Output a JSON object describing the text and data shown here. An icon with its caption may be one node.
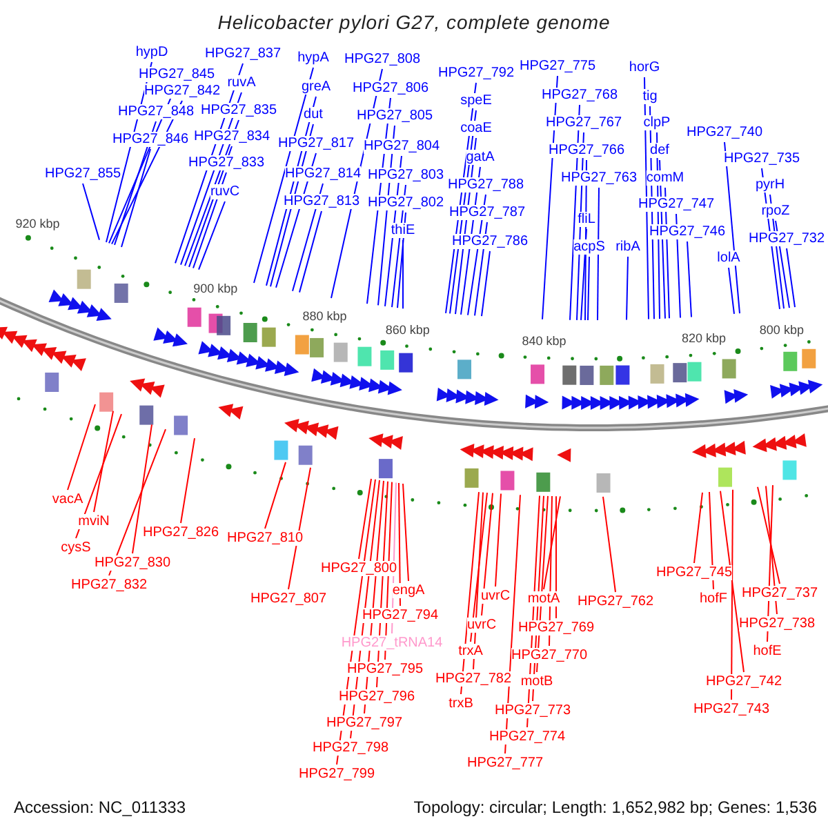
{
  "diagram": {
    "title": "Helicobacter pylori G27, complete genome",
    "nodes": [
      {
        "text": [
          "hypD"
        ]
      },
      {
        "text": [
          "HPG27_845"
        ]
      },
      {
        "text": [
          "HPG27_842"
        ]
      },
      {
        "text": [
          "HPG27_848"
        ]
      },
      {
        "text": [
          "HPG27_846"
        ]
      },
      {
        "text": [
          "HPG27_855"
        ]
      },
      {
        "text": [
          "HPG27_837"
        ]
      },
      {
        "text": [
          "ruvA"
        ]
      },
      {
        "text": [
          "HPG27_835"
        ]
      },
      {
        "text": [
          "HPG27_834"
        ]
      },
      {
        "text": [
          "HPG27_833"
        ]
      },
      {
        "text": [
          "ruvC"
        ]
      },
      {
        "text": [
          "hypA"
        ]
      },
      {
        "text": [
          "greA"
        ]
      },
      {
        "text": [
          "dut"
        ]
      },
      {
        "text": [
          "HPG27_817"
        ]
      },
      {
        "text": [
          "HPG27_814"
        ]
      },
      {
        "text": [
          "HPG27_813"
        ]
      },
      {
        "text": [
          "HPG27_808"
        ]
      },
      {
        "text": [
          "HPG27_806"
        ]
      },
      {
        "text": [
          "HPG27_805"
        ]
      },
      {
        "text": [
          "HPG27_804"
        ]
      },
      {
        "text": [
          "HPG27_803"
        ]
      },
      {
        "text": [
          "HPG27_802"
        ]
      },
      {
        "text": [
          "thiE"
        ]
      },
      {
        "text": [
          "HPG27_792"
        ]
      },
      {
        "text": [
          "speE"
        ]
      },
      {
        "text": [
          "coaE"
        ]
      },
      {
        "text": [
          "gatA"
        ]
      },
      {
        "text": [
          "HPG27_788"
        ]
      },
      {
        "text": [
          "HPG27_787"
        ]
      },
      {
        "text": [
          "HPG27_786"
        ]
      },
      {
        "text": [
          "HPG27_775"
        ]
      },
      {
        "text": [
          "HPG27_768"
        ]
      },
      {
        "text": [
          "HPG27_767"
        ]
      },
      {
        "text": [
          "HPG27_766"
        ]
      },
      {
        "text": [
          "HPG27_763"
        ]
      },
      {
        "text": [
          "fliL"
        ]
      },
      {
        "text": [
          "acpS"
        ]
      },
      {
        "text": [
          "ribA"
        ]
      },
      {
        "text": [
          "horG"
        ]
      },
      {
        "text": [
          "tig"
        ]
      },
      {
        "text": [
          "clpP"
        ]
      },
      {
        "text": [
          "def"
        ]
      },
      {
        "text": [
          "comM"
        ]
      },
      {
        "text": [
          "HPG27_747"
        ]
      },
      {
        "text": [
          "HPG27_746"
        ]
      },
      {
        "text": [
          "HPG27_740"
        ]
      },
      {
        "text": [
          "HPG27_735"
        ]
      },
      {
        "text": [
          "pyrH"
        ]
      },
      {
        "text": [
          "rpoZ"
        ]
      },
      {
        "text": [
          "HPG27_732"
        ]
      },
      {
        "text": [
          "lolA"
        ]
      },
      {
        "text": [
          "vacA"
        ]
      },
      {
        "text": [
          "mviN"
        ]
      },
      {
        "text": [
          "cysS"
        ]
      },
      {
        "text": [
          "HPG27_830"
        ]
      },
      {
        "text": [
          "HPG27_832"
        ]
      },
      {
        "text": [
          "HPG27_826"
        ]
      },
      {
        "text": [
          "HPG27_810"
        ]
      },
      {
        "text": [
          "HPG27_807"
        ]
      },
      {
        "text": [
          "HPG27_800"
        ]
      },
      {
        "text": [
          "engA"
        ]
      },
      {
        "text": [
          "HPG27_794"
        ]
      },
      {
        "text": [
          "HPG27_tRNA14"
        ]
      },
      {
        "text": [
          "HPG27_795"
        ]
      },
      {
        "text": [
          "HPG27_796"
        ]
      },
      {
        "text": [
          "HPG27_797"
        ]
      },
      {
        "text": [
          "HPG27_798"
        ]
      },
      {
        "text": [
          "HPG27_799"
        ]
      },
      {
        "text": [
          "uvrC"
        ]
      },
      {
        "text": [
          "uvrC"
        ]
      },
      {
        "text": [
          "trxA"
        ]
      },
      {
        "text": [
          "HPG27_782"
        ]
      },
      {
        "text": [
          "trxB"
        ]
      },
      {
        "text": [
          "motA"
        ]
      },
      {
        "text": [
          "HPG27_769"
        ]
      },
      {
        "text": [
          "HPG27_770"
        ]
      },
      {
        "text": [
          "motB"
        ]
      },
      {
        "text": [
          "HPG27_773"
        ]
      },
      {
        "text": [
          "HPG27_774"
        ]
      },
      {
        "text": [
          "HPG27_777"
        ]
      },
      {
        "text": [
          "HPG27_762"
        ]
      },
      {
        "text": [
          "HPG27_745"
        ]
      },
      {
        "text": [
          "hofF"
        ]
      },
      {
        "text": [
          "HPG27_742"
        ]
      },
      {
        "text": [
          "HPG27_743"
        ]
      },
      {
        "text": [
          "HPG27_737"
        ]
      },
      {
        "text": [
          "HPG27_738"
        ]
      },
      {
        "text": [
          "hofE"
        ]
      }
    ],
    "edges": [
      {
        "from": 0,
        "to": null,
        "arrow": "none"
      },
      {
        "from": 1,
        "to": null,
        "arrow": "none"
      },
      {
        "from": 2,
        "to": null,
        "arrow": "none"
      },
      {
        "from": 3,
        "to": null,
        "arrow": "none"
      },
      {
        "from": 4,
        "to": null,
        "arrow": "none"
      },
      {
        "from": 5,
        "to": null,
        "arrow": "none"
      },
      {
        "from": 6,
        "to": null,
        "arrow": "none"
      },
      {
        "from": 7,
        "to": null,
        "arrow": "none"
      },
      {
        "from": 8,
        "to": null,
        "arrow": "none"
      },
      {
        "from": 9,
        "to": null,
        "arrow": "none"
      },
      {
        "from": 10,
        "to": null,
        "arrow": "none"
      },
      {
        "from": 11,
        "to": null,
        "arrow": "none"
      },
      {
        "from": 12,
        "to": null,
        "arrow": "none"
      },
      {
        "from": 13,
        "to": null,
        "arrow": "none"
      },
      {
        "from": 14,
        "to": null,
        "arrow": "none"
      },
      {
        "from": 15,
        "to": null,
        "arrow": "none"
      },
      {
        "from": 16,
        "to": null,
        "arrow": "none"
      },
      {
        "from": 17,
        "to": null,
        "arrow": "none"
      },
      {
        "from": 18,
        "to": null,
        "arrow": "none"
      },
      {
        "from": 19,
        "to": null,
        "arrow": "none"
      },
      {
        "from": 20,
        "to": null,
        "arrow": "none"
      },
      {
        "from": 21,
        "to": null,
        "arrow": "none"
      },
      {
        "from": 22,
        "to": null,
        "arrow": "none"
      },
      {
        "from": 23,
        "to": null,
        "arrow": "none"
      },
      {
        "from": 24,
        "to": null,
        "arrow": "none"
      },
      {
        "from": 25,
        "to": null,
        "arrow": "none"
      },
      {
        "from": 26,
        "to": null,
        "arrow": "none"
      },
      {
        "from": 27,
        "to": null,
        "arrow": "none"
      },
      {
        "from": 28,
        "to": null,
        "arrow": "none"
      },
      {
        "from": 29,
        "to": null,
        "arrow": "none"
      },
      {
        "from": 30,
        "to": null,
        "arrow": "none"
      },
      {
        "from": 31,
        "to": null,
        "arrow": "none"
      },
      {
        "from": 32,
        "to": null,
        "arrow": "none"
      },
      {
        "from": 33,
        "to": null,
        "arrow": "none"
      },
      {
        "from": 34,
        "to": null,
        "arrow": "none"
      },
      {
        "from": 35,
        "to": null,
        "arrow": "none"
      },
      {
        "from": 36,
        "to": null,
        "arrow": "none"
      },
      {
        "from": 37,
        "to": null,
        "arrow": "none"
      },
      {
        "from": 38,
        "to": null,
        "arrow": "none"
      },
      {
        "from": 39,
        "to": null,
        "arrow": "none"
      },
      {
        "from": 40,
        "to": null,
        "arrow": "none"
      },
      {
        "from": 41,
        "to": null,
        "arrow": "none"
      },
      {
        "from": 42,
        "to": null,
        "arrow": "none"
      },
      {
        "from": 43,
        "to": null,
        "arrow": "none"
      },
      {
        "from": 44,
        "to": null,
        "arrow": "none"
      },
      {
        "from": 45,
        "to": null,
        "arrow": "none"
      },
      {
        "from": 46,
        "to": null,
        "arrow": "none"
      },
      {
        "from": 47,
        "to": null,
        "arrow": "none"
      },
      {
        "from": 48,
        "to": null,
        "arrow": "none"
      },
      {
        "from": 49,
        "to": null,
        "arrow": "none"
      },
      {
        "from": 50,
        "to": null,
        "arrow": "none"
      },
      {
        "from": 51,
        "to": null,
        "arrow": "none"
      },
      {
        "from": 52,
        "to": null,
        "arrow": "none"
      },
      {
        "from": 53,
        "to": null,
        "arrow": "none",
        "color": "#ff0000"
      },
      {
        "from": 54,
        "to": null,
        "arrow": "none",
        "color": "#ff0000"
      },
      {
        "from": 55,
        "to": null,
        "arrow": "none",
        "color": "#ff0000"
      },
      {
        "from": 56,
        "to": null,
        "arrow": "none",
        "color": "#ff0000"
      },
      {
        "from": 57,
        "to": null,
        "arrow": "none",
        "color": "#ff0000"
      },
      {
        "from": 58,
        "to": null,
        "arrow": "none",
        "color": "#ff0000"
      },
      {
        "from": 59,
        "to": null,
        "arrow": "none",
        "color": "#ff0000"
      },
      {
        "from": 60,
        "to": null,
        "arrow": "none",
        "color": "#ff0000"
      },
      {
        "from": 61,
        "to": null,
        "arrow": "none",
        "color": "#ff0000"
      },
      {
        "from": 62,
        "to": null,
        "arrow": "none",
        "color": "#ff0000"
      },
      {
        "from": 63,
        "to": null,
        "arrow": "none",
        "color": "#ff0000"
      },
      {
        "from": 64,
        "to": null,
        "arrow": "none",
        "color": "#ff99cc"
      },
      {
        "from": 65,
        "to": null,
        "arrow": "none",
        "color": "#ff0000"
      },
      {
        "from": 66,
        "to": null,
        "arrow": "none",
        "color": "#ff0000"
      },
      {
        "from": 67,
        "to": null,
        "arrow": "none",
        "color": "#ff0000"
      },
      {
        "from": 68,
        "to": null,
        "arrow": "none",
        "color": "#ff0000"
      },
      {
        "from": 69,
        "to": null,
        "arrow": "none",
        "color": "#ff0000"
      },
      {
        "from": 70,
        "to": null,
        "arrow": "none",
        "color": "#ff0000"
      },
      {
        "from": 71,
        "to": null,
        "arrow": "none",
        "color": "#ff0000"
      },
      {
        "from": 72,
        "to": null,
        "arrow": "none",
        "color": "#ff0000"
      },
      {
        "from": 73,
        "to": null,
        "arrow": "none",
        "color": "#ff0000"
      },
      {
        "from": 74,
        "to": null,
        "arrow": "none",
        "color": "#ff0000"
      },
      {
        "from": 75,
        "to": null,
        "arrow": "none",
        "color": "#ff0000"
      },
      {
        "from": 76,
        "to": null,
        "arrow": "none",
        "color": "#ff0000"
      },
      {
        "from": 77,
        "to": null,
        "arrow": "none",
        "color": "#ff0000"
      },
      {
        "from": 78,
        "to": null,
        "arrow": "none",
        "color": "#ff0000"
      },
      {
        "from": 79,
        "to": null,
        "arrow": "none",
        "color": "#ff0000"
      },
      {
        "from": 80,
        "to": null,
        "arrow": "none",
        "color": "#ff0000"
      },
      {
        "from": 81,
        "to": null,
        "arrow": "none",
        "color": "#ff0000"
      },
      {
        "from": 82,
        "to": null,
        "arrow": "none",
        "color": "#ff0000"
      },
      {
        "from": 83,
        "to": null,
        "arrow": "none",
        "color": "#ff0000"
      },
      {
        "from": 84,
        "to": null,
        "arrow": "none",
        "color": "#ff0000"
      },
      {
        "from": 85,
        "to": null,
        "arrow": "none",
        "color": "#ff0000"
      },
      {
        "from": 86,
        "to": null,
        "arrow": "none",
        "color": "#ff0000"
      },
      {
        "from": 87,
        "to": null,
        "arrow": "none",
        "color": "#ff0000"
      },
      {
        "from": 88,
        "to": null,
        "arrow": "none",
        "color": "#ff0000"
      },
      {
        "from": 89,
        "to": null,
        "arrow": "none",
        "color": "#ff0000"
      }
    ],
    "labels": [
      "920 kbp",
      "900 kbp",
      "880 kbp",
      "860 kbp",
      "840 kbp",
      "820 kbp",
      "800 kbp",
      "Accession: NC_011333",
      "Topology: circular; Length: 1,652,982 bp; Genes: 1,536"
    ]
  }
}
